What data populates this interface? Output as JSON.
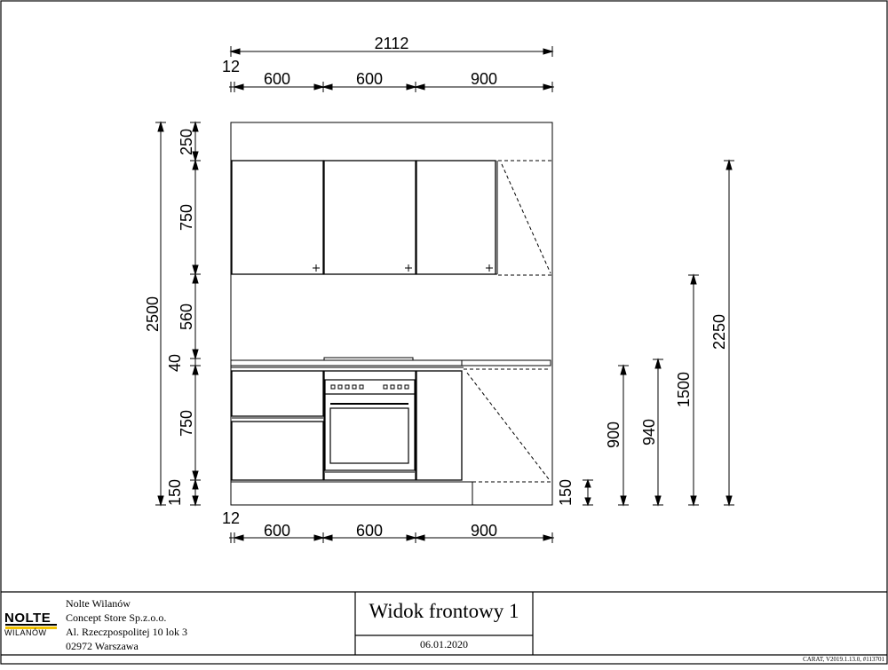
{
  "drawing": {
    "top_dimensions": {
      "total": "2112",
      "offset": "12",
      "segments": [
        "600",
        "600",
        "900"
      ]
    },
    "bottom_dimensions": {
      "offset": "12",
      "segments": [
        "600",
        "600",
        "900"
      ]
    },
    "left_dimensions": {
      "total": "2500",
      "segments": [
        "250",
        "750",
        "560",
        "40",
        "750",
        "150"
      ]
    },
    "right_dimensions": [
      "150",
      "900",
      "940",
      "1500",
      "2250"
    ]
  },
  "title_block": {
    "logo_main": "NOLTE",
    "logo_sub": "WILANÓW",
    "company_lines": [
      "Nolte Wilanów",
      "Concept Store Sp.z.o.o.",
      "Al. Rzeczpospolitej 10 lok 3",
      "02972 Warszawa"
    ],
    "view_title": "Widok frontowy 1",
    "date": "06.01.2020",
    "software": "CARAT,  V2019.1.13.0,  #113701"
  }
}
